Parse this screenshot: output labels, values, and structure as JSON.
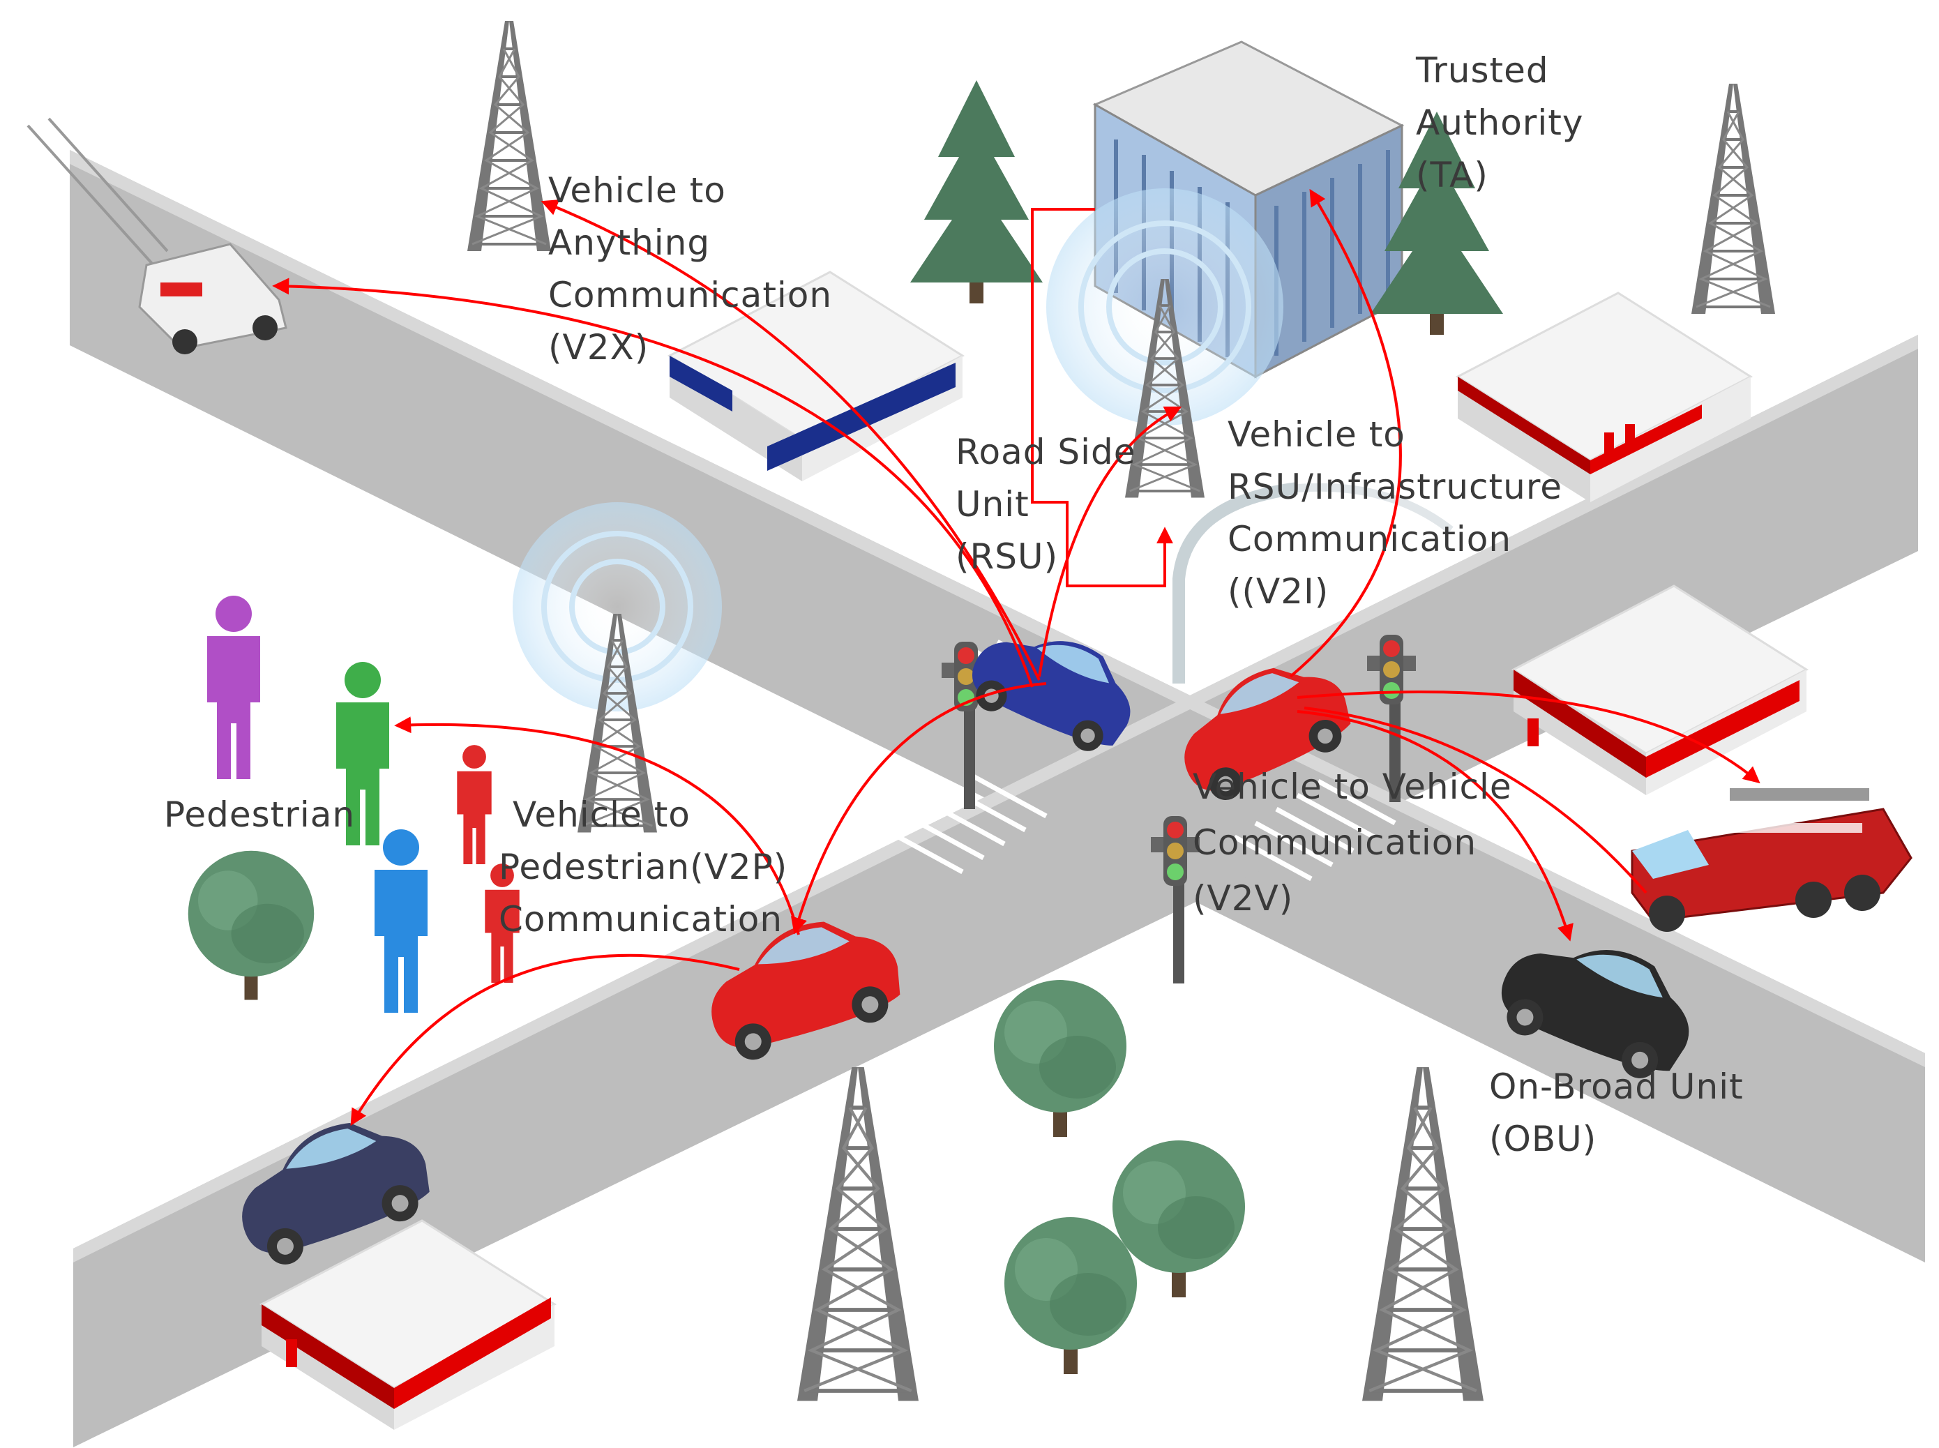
{
  "labels": {
    "v2x": [
      "Vehicle to",
      "Anything",
      "Communication",
      "(V2X)"
    ],
    "rsu": [
      "Road Side",
      "Unit",
      "(RSU)"
    ],
    "v2i": [
      "Vehicle to",
      "RSU/Infrastructure",
      "Communication",
      "((V2I)"
    ],
    "ta": [
      "Trusted",
      "Authority",
      "(TA)"
    ],
    "pedestrian": "Pedestrian",
    "v2p": [
      "Vehicle to",
      "Pedestrian(V2P)",
      "Communication"
    ],
    "v2v": [
      "Vehicle to Vehicle",
      "Communication",
      "(V2V)"
    ],
    "obu": [
      "On-Broad Unit",
      "(OBU)"
    ]
  },
  "colors": {
    "road": "#bdbdbd",
    "road_edge": "#d6d6d6",
    "link": "#ff0000",
    "red_car": "#e02020",
    "blue_car": "#2c3a9e",
    "dark_car": "#3a3f63",
    "black_car": "#2a2a2a",
    "tree": "#5e8f6c",
    "tower": "#6e6e6e",
    "building": "#8fa8c8",
    "pedestrian_purple": "#b04fc6",
    "pedestrian_green": "#3fae4a",
    "pedestrian_blue": "#2a8be0",
    "pedestrian_red": "#e02a2a"
  },
  "icons": [
    "tower-icon",
    "tree-icon",
    "car-icon",
    "ambulance-icon",
    "fire-truck-icon",
    "pedestrian-icon",
    "traffic-light-icon",
    "office-building-icon",
    "shop-icon",
    "signal-wave-icon"
  ]
}
